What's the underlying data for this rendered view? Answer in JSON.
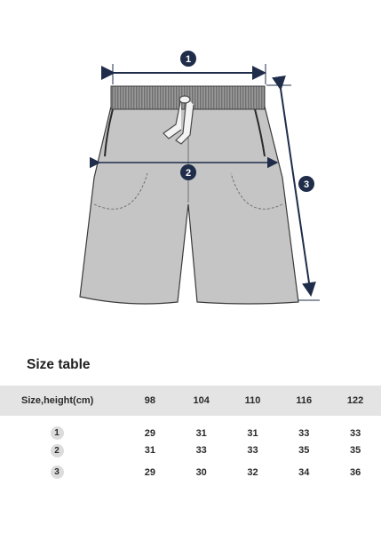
{
  "diagram": {
    "markers": [
      "1",
      "2",
      "3"
    ]
  },
  "size_table": {
    "title": "Size table",
    "row_header": "Size,height(cm)",
    "sizes": [
      "98",
      "104",
      "110",
      "116",
      "122"
    ],
    "rows": [
      {
        "label": "1",
        "values": [
          "29",
          "31",
          "31",
          "33",
          "33"
        ]
      },
      {
        "label": "2",
        "values": [
          "31",
          "33",
          "33",
          "35",
          "35"
        ]
      },
      {
        "label": "3",
        "values": [
          "29",
          "30",
          "32",
          "34",
          "36"
        ]
      }
    ]
  },
  "colors": {
    "garment_fill": "#c5c5c5",
    "waistband": "#8a8a8a",
    "measure_lines": "#1f2d4a",
    "header_bg": "#e4e4e4"
  }
}
